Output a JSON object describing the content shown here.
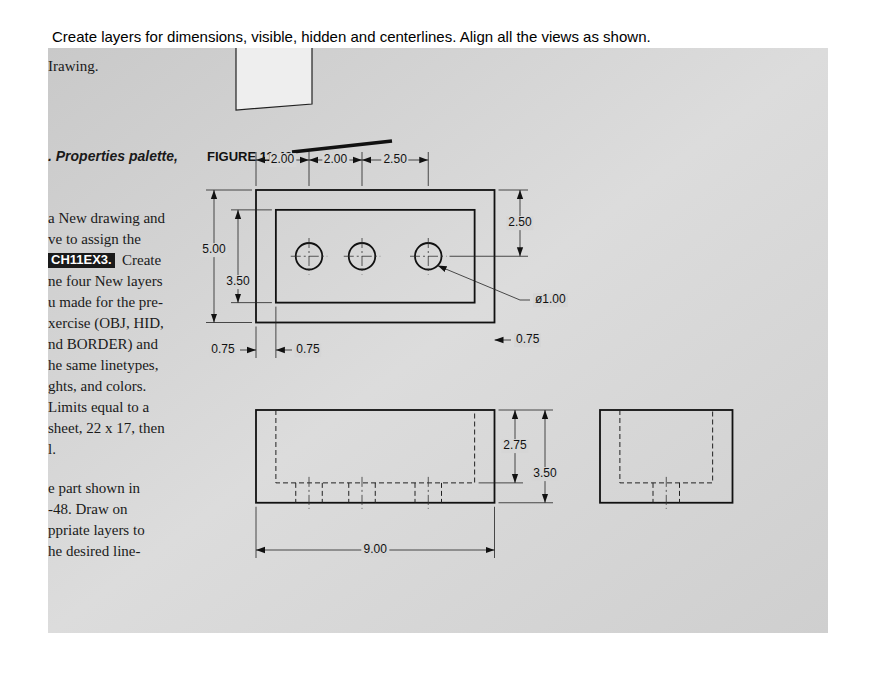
{
  "diagram": {
    "title": "Create layers for dimensions, visible, hidden and centerlines. Align all the views as shown.",
    "labels": [
      "Irawing.",
      ". Properties palette,",
      "a New drawing and",
      "ve to assign the",
      "CH11EX3.",
      "Create",
      "ne four New layers",
      "u made for the pre-",
      "xercise (OBJ, HID,",
      "nd BORDER) and",
      "he same linetypes,",
      "ghts, and colors.",
      "Limits equal to a",
      "sheet, 22 x 17, then",
      "l.",
      "e part shown in",
      "-48. Draw on",
      "ppriate layers to",
      "he desired line-",
      "FIGURE 11-48",
      "2.00",
      "2.00",
      "2.50",
      "2.50",
      "5.00",
      "3.50",
      "0.75",
      "0.75",
      "ø1.00",
      "0.75",
      "2.75",
      "3.50",
      "9.00"
    ]
  }
}
